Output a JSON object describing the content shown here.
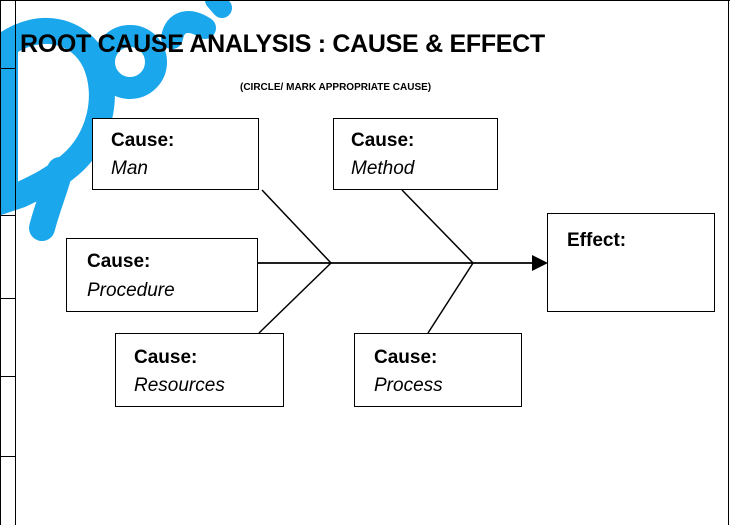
{
  "title": "ROOT CAUSE ANALYSIS :  CAUSE & EFFECT",
  "subtitle": "(CIRCLE/ MARK APPROPRIATE CAUSE)",
  "causes": [
    {
      "label": "Cause:",
      "value": "Man"
    },
    {
      "label": "Cause:",
      "value": "Method"
    },
    {
      "label": "Cause:",
      "value": "Procedure"
    },
    {
      "label": "Cause:",
      "value": "Resources"
    },
    {
      "label": "Cause:",
      "value": "Process"
    }
  ],
  "effect": {
    "label": "Effect:"
  },
  "colors": {
    "watermark": "#1aa7ec",
    "line": "#000000"
  }
}
